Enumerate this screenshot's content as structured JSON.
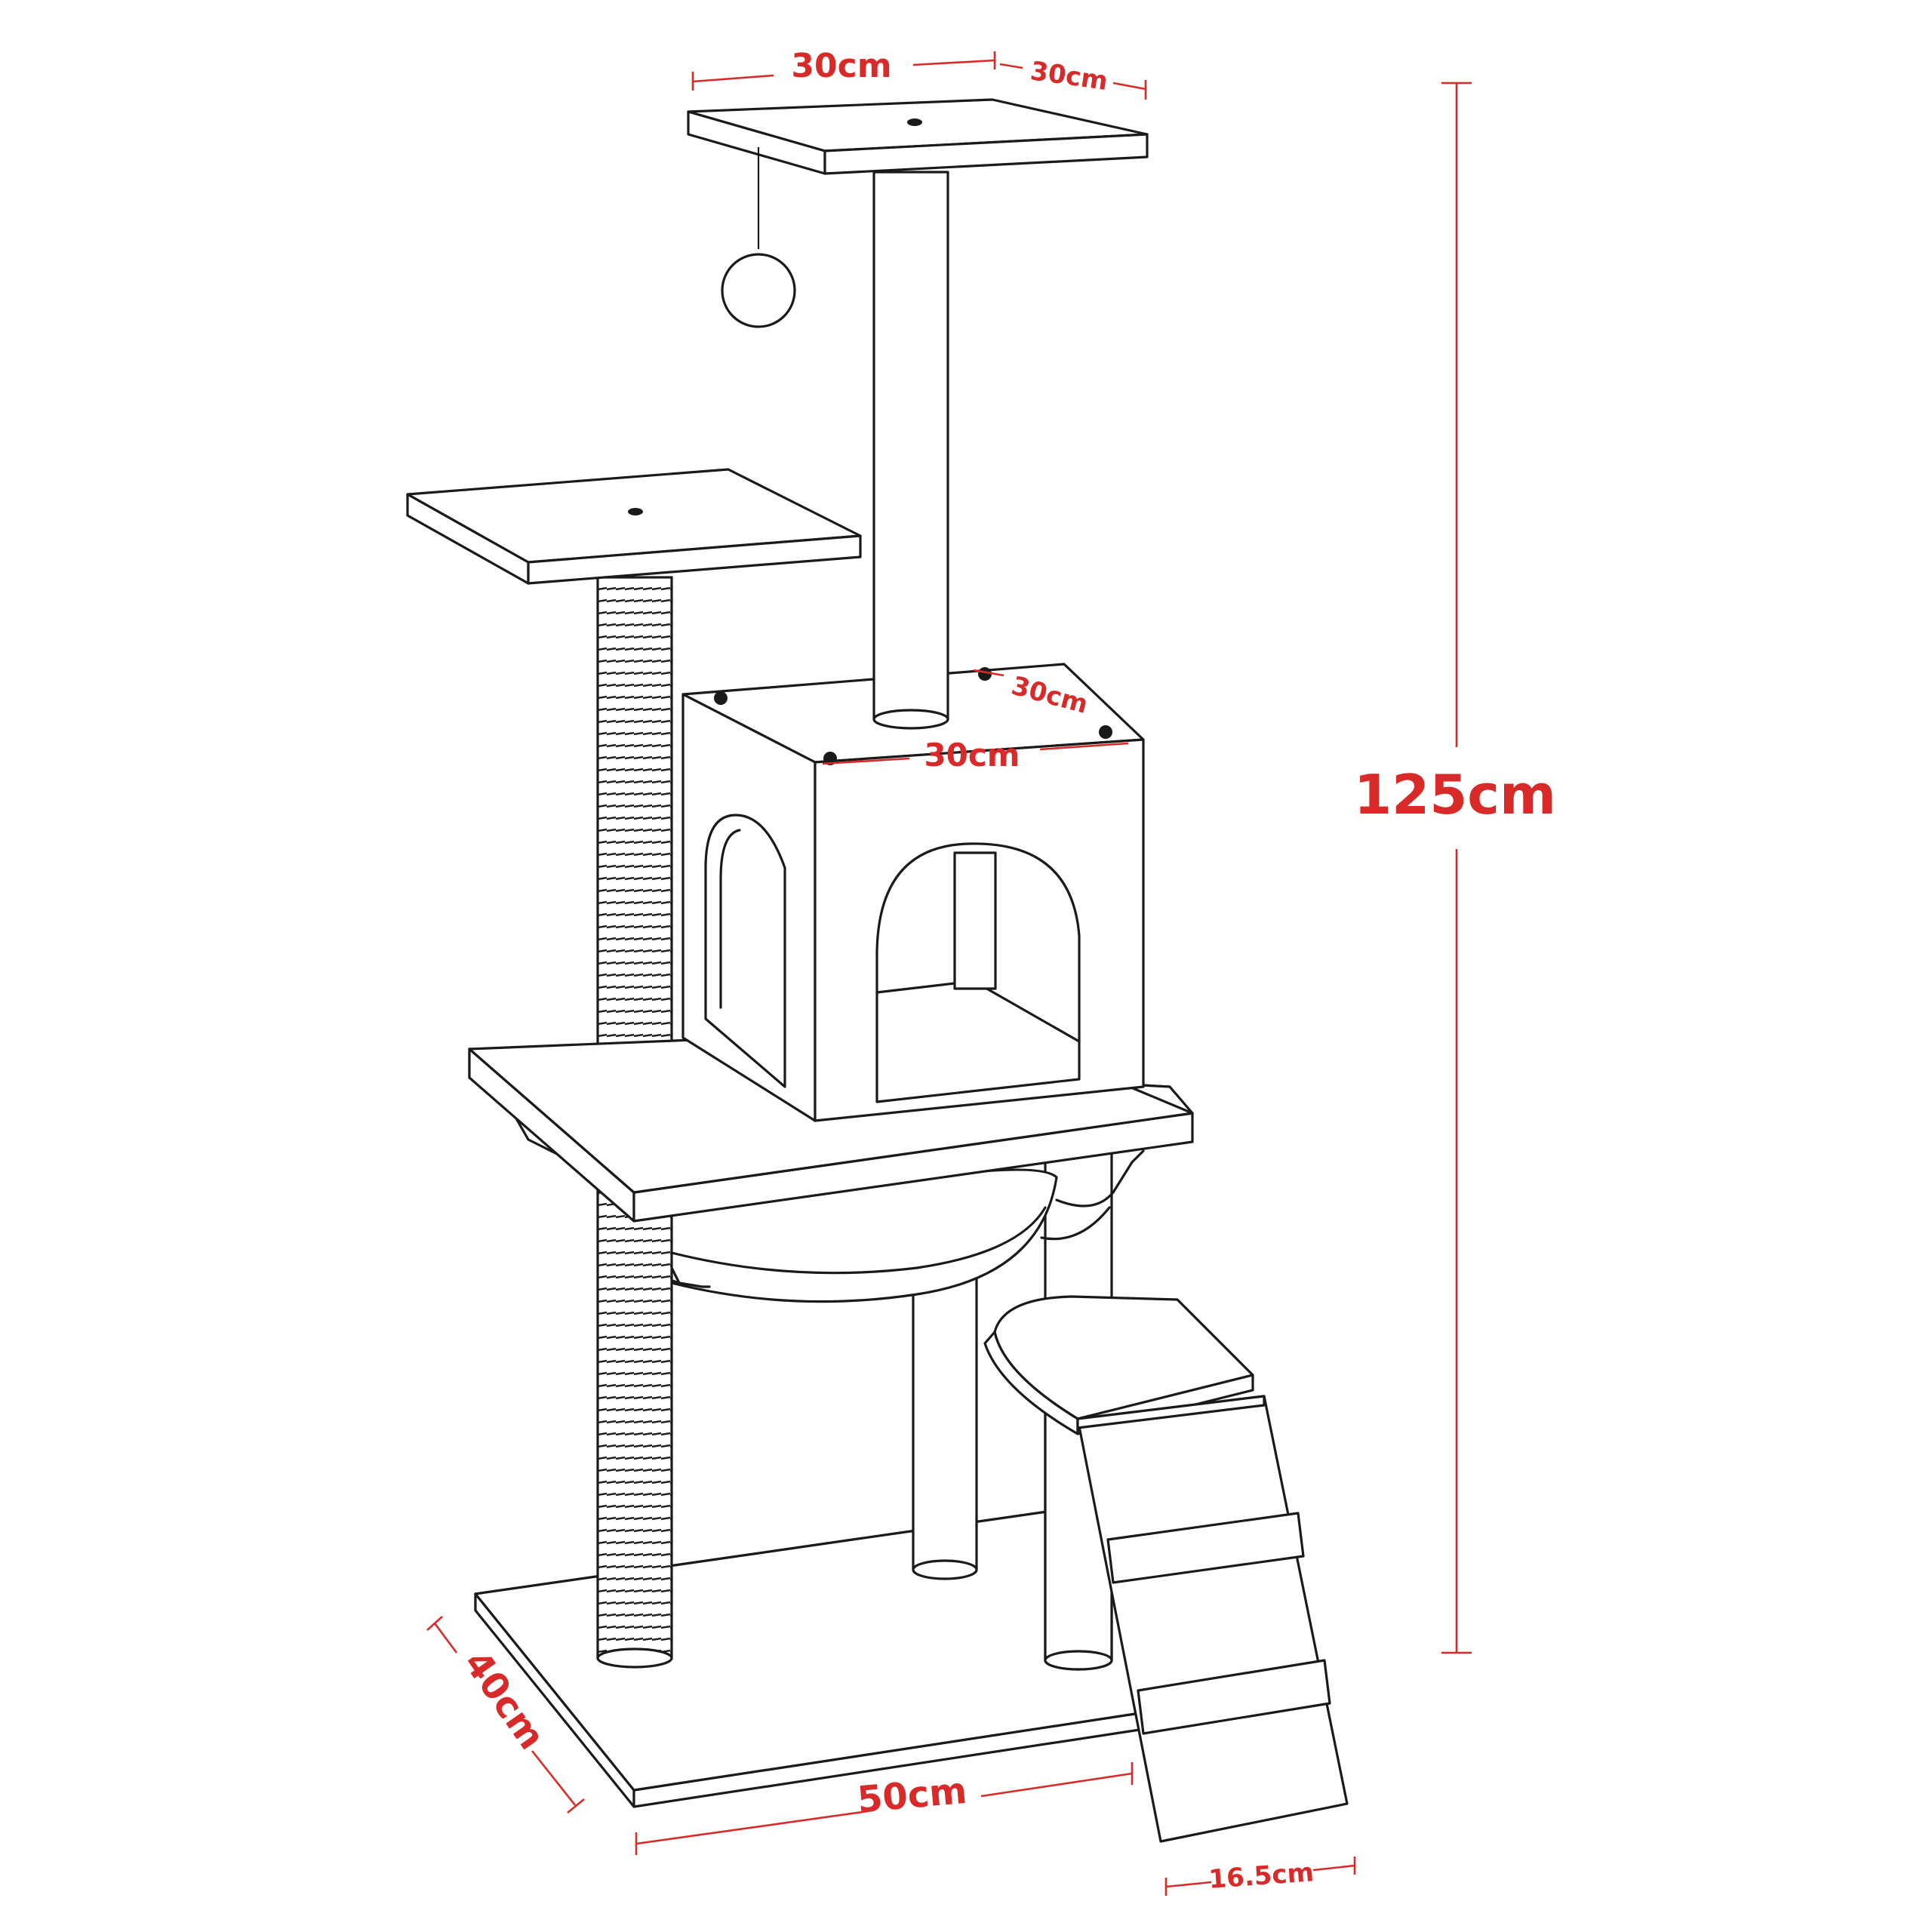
{
  "dimensions": {
    "top_width": "30cm",
    "top_depth": "30cm",
    "house_depth": "30cm",
    "house_width": "30cm",
    "total_height": "125cm",
    "base_depth": "40cm",
    "base_width": "50cm",
    "ladder_width": "16.5cm"
  },
  "colors": {
    "dimension": "#d92a2a",
    "outline": "#1a1a1a",
    "fill": "#ffffff"
  }
}
